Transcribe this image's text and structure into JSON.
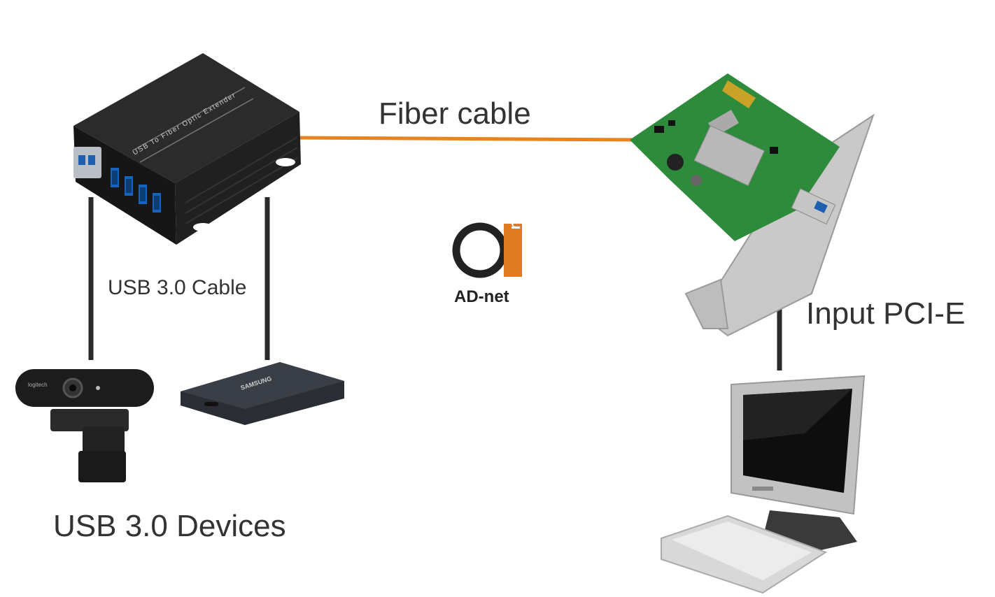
{
  "labels": {
    "fiber_cable": "Fiber cable",
    "usb_cable": "USB 3.0 Cable",
    "input_pcie": "Input PCI-E",
    "usb_devices": "USB 3.0 Devices",
    "brand": "AD-net",
    "logo_text": "net",
    "extender_text": "USB To Fiber Optic Extender",
    "webcam_brand": "logitech",
    "ssd_brand": "SAMSUNG"
  },
  "colors": {
    "fiber": "#e8841f",
    "cable": "#2a2a2a",
    "logo_accent": "#e07b24",
    "extender_body": "#1a1a1a",
    "pcb_green": "#2e8b3c"
  }
}
